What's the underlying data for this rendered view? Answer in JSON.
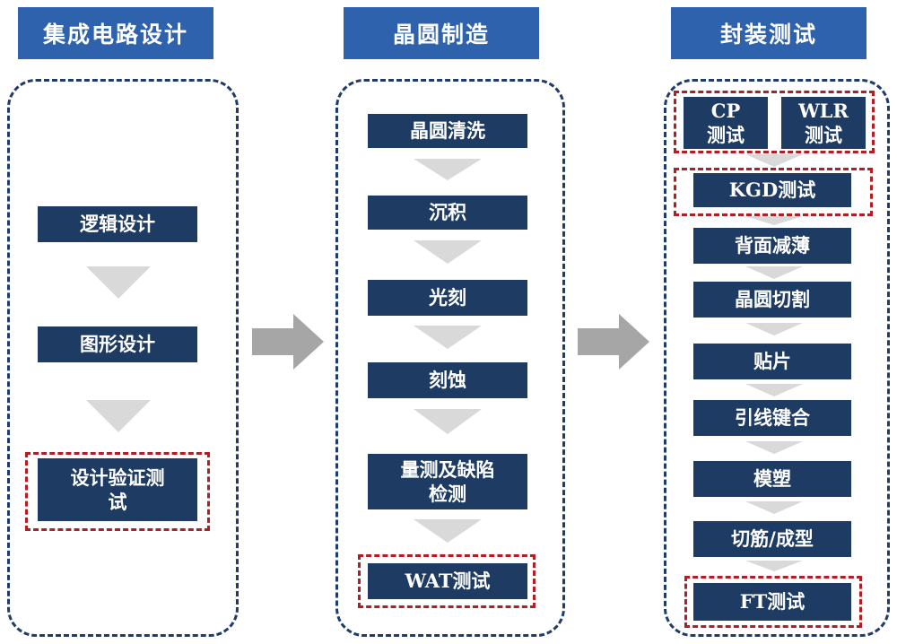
{
  "columns": {
    "design": {
      "title": "集成电路设计",
      "steps": [
        "逻辑设计",
        "图形设计",
        "设计验证测\n试"
      ]
    },
    "wafer": {
      "title": "晶圆制造",
      "steps": [
        "晶圆清洗",
        "沉积",
        "光刻",
        "刻蚀",
        "量测及缺陷\n检测",
        "WAT测试"
      ]
    },
    "package": {
      "title": "封装测试",
      "cp": "CP\n测试",
      "wlr": "WLR\n测试",
      "steps": [
        "KGD测试",
        "背面减薄",
        "晶圆切割",
        "贴片",
        "引线键合",
        "模塑",
        "切筋/成型",
        "FT测试"
      ]
    }
  },
  "colors": {
    "header_bg": "#2f62ad",
    "step_bg": "#1e3b64",
    "frame": "#1f3b6a",
    "highlight": "#b01f24",
    "arrow": "#d9d9d9",
    "big_arrow": "#a6a6a6"
  }
}
